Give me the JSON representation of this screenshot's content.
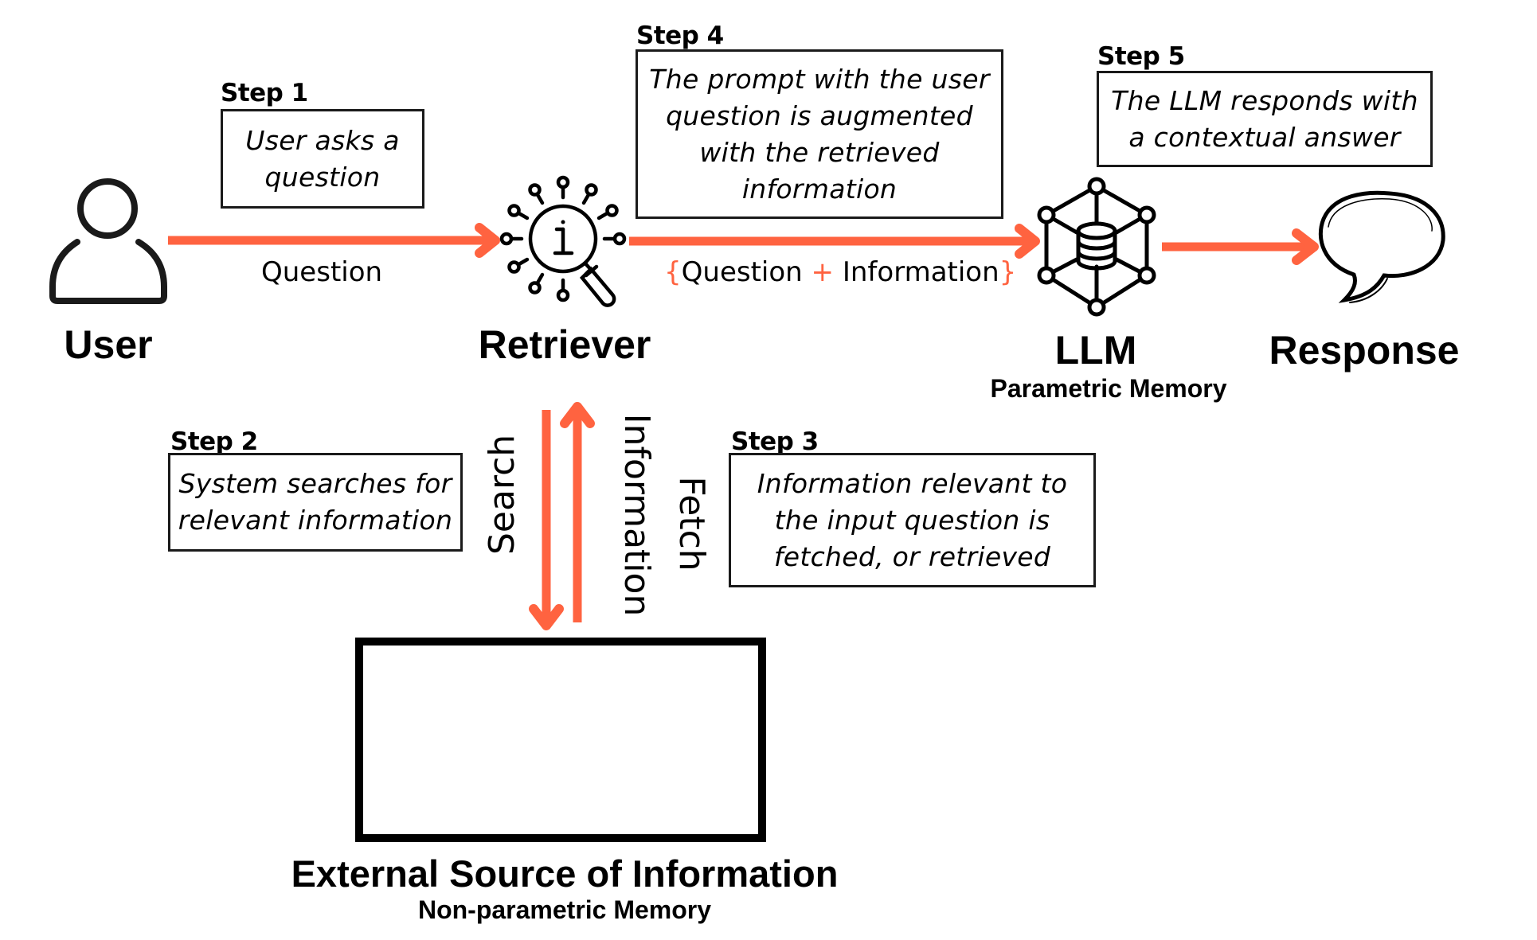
{
  "diagram": {
    "type": "RAG pipeline flow",
    "accent_color": "#FF6340",
    "steps": [
      {
        "label": "Step 1",
        "text": [
          "User asks a",
          "question"
        ]
      },
      {
        "label": "Step 2",
        "text": [
          "System searches for",
          "relevant information"
        ]
      },
      {
        "label": "Step 3",
        "text": [
          "Information relevant to",
          "the input question is",
          "fetched, or retrieved"
        ]
      },
      {
        "label": "Step 4",
        "text": [
          "The prompt with the user",
          "question is augmented",
          "with the retrieved",
          "information"
        ]
      },
      {
        "label": "Step 5",
        "text": [
          "The LLM responds with",
          "a contextual answer"
        ]
      }
    ],
    "nodes": {
      "user": {
        "label": "User",
        "icon": "user-icon"
      },
      "retriever": {
        "label": "Retriever",
        "icon": "info-search-icon"
      },
      "llm": {
        "label": "LLM",
        "sublabel": "Parametric Memory",
        "icon": "database-network-icon"
      },
      "response": {
        "label": "Response",
        "icon": "speech-bubble-icon"
      },
      "external": {
        "label": "External Source of Information",
        "sublabel": "Non-parametric Memory",
        "icons": [
          "globe-icon",
          "folder-document-icon"
        ]
      }
    },
    "edges": {
      "user_to_retriever": "Question",
      "retriever_to_llm": {
        "open": "{",
        "part1": "Question",
        "plus": "+",
        "part2": "Information",
        "close": "}"
      },
      "retriever_to_external": "Search",
      "external_to_retriever": "Information",
      "fetch": "Fetch"
    }
  }
}
